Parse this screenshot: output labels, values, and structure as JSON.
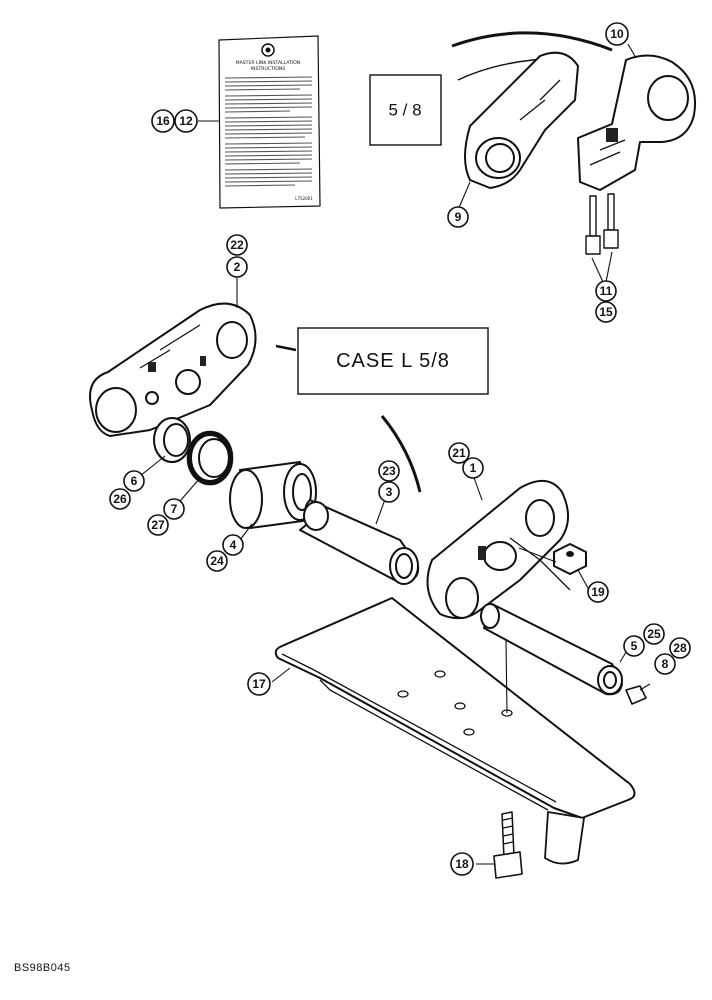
{
  "instruction_sheet": {
    "title_line1": "MASTER LINK INSTALLATION",
    "title_line2": "INSTRUCTIONS",
    "footer_code": "L7S2001"
  },
  "label_boxes": {
    "small": "5 / 8",
    "large": "CASE  L  5/8"
  },
  "callouts": {
    "c1": "1",
    "c2": "2",
    "c3": "3",
    "c4": "4",
    "c5": "5",
    "c6": "6",
    "c7": "7",
    "c8": "8",
    "c9": "9",
    "c10": "10",
    "c11": "11",
    "c12": "12",
    "c15": "15",
    "c16": "16",
    "c17": "17",
    "c18": "18",
    "c19": "19",
    "c21": "21",
    "c22": "22",
    "c23": "23",
    "c24": "24",
    "c25": "25",
    "c26": "26",
    "c27": "27",
    "c28": "28"
  },
  "figure_code": "BS98B045"
}
